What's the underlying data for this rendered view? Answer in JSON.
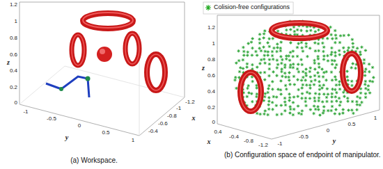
{
  "diagram": {
    "labels": [
      "1.2",
      "1",
      "0.8",
      "0.6",
      "0.4",
      "0.2",
      "0",
      "z",
      "-1",
      "-0.5",
      "0",
      "0.5",
      "1",
      "y",
      "-1.2",
      "-1",
      "-0.8",
      "-0.6",
      "-0.4",
      "x",
      "(a) Workspace.",
      "1.2",
      "1",
      "0.8",
      "0.6",
      "0.4",
      "0.2",
      "0",
      "z",
      "0.4",
      "-0.4",
      "-0.8",
      "-1.2",
      "x",
      "-1",
      "-0.5",
      "0",
      "0.5",
      "1",
      "y",
      "(b) Configuration space of endpoint of manipulator."
    ],
    "legend": [
      {
        "text": "Colision-free configurations"
      }
    ]
  }
}
